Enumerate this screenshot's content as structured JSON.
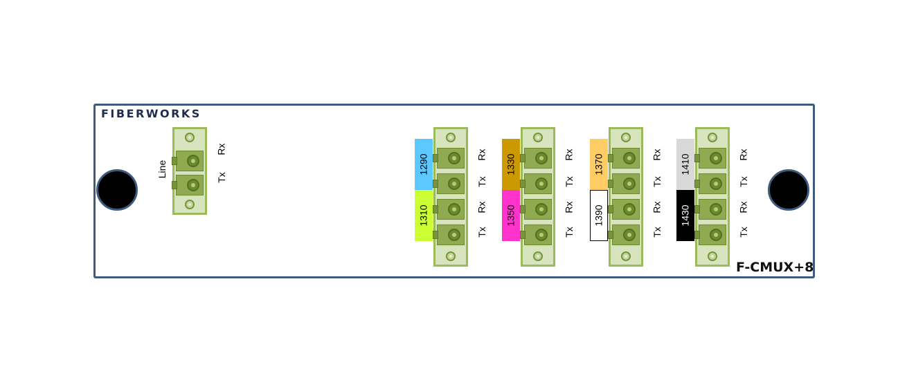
{
  "brand": "FIBERWORKS",
  "model": "F-CMUX+8",
  "line": {
    "label": "Line",
    "ports": [
      "Rx",
      "Tx"
    ]
  },
  "channel_groups": [
    {
      "channels": [
        {
          "wavelength": "1290",
          "color": "#5bc8ff",
          "ports": [
            "Rx",
            "Tx"
          ]
        },
        {
          "wavelength": "1310",
          "color": "#ccff33",
          "ports": [
            "Rx",
            "Tx"
          ]
        }
      ]
    },
    {
      "channels": [
        {
          "wavelength": "1330",
          "color": "#cc9900",
          "ports": [
            "Rx",
            "Tx"
          ]
        },
        {
          "wavelength": "1350",
          "color": "#ff33cc",
          "ports": [
            "Rx",
            "Tx"
          ]
        }
      ]
    },
    {
      "channels": [
        {
          "wavelength": "1370",
          "color": "#ffcc66",
          "ports": [
            "Rx",
            "Tx"
          ]
        },
        {
          "wavelength": "1390",
          "color": "#ffffff",
          "ports": [
            "Rx",
            "Tx"
          ]
        }
      ]
    },
    {
      "channels": [
        {
          "wavelength": "1410",
          "color": "#d9d9d9",
          "ports": [
            "Rx",
            "Tx"
          ]
        },
        {
          "wavelength": "1430",
          "color": "#000000",
          "ports": [
            "Rx",
            "Tx"
          ]
        }
      ]
    }
  ],
  "colors": {
    "panel_border": "#3d5a7f",
    "adapter_fill": "#d7e4bd",
    "adapter_border": "#9bbb59",
    "port_fill": "#8faa50"
  }
}
